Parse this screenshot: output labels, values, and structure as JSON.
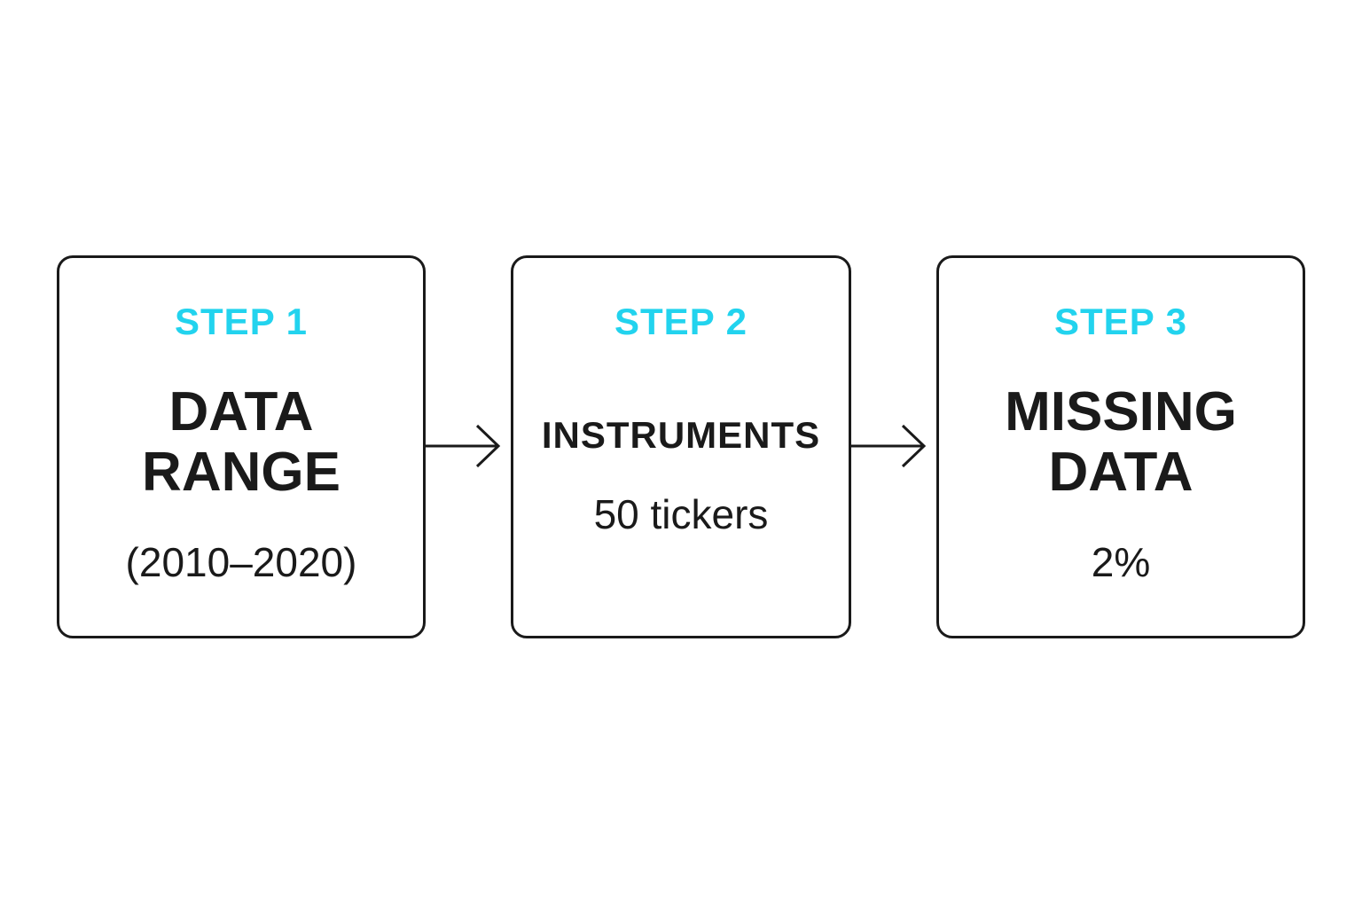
{
  "colors": {
    "accent": "#22D3EE",
    "text": "#1A1A1A",
    "border": "#1A1A1A",
    "background": "#FFFFFF"
  },
  "steps": [
    {
      "label": "STEP 1",
      "title": "DATA\nRANGE",
      "value": "(2010–2020)"
    },
    {
      "label": "STEP 2",
      "title": "INSTRUMENTS",
      "value": "50 tickers"
    },
    {
      "label": "STEP 3",
      "title": "MISSING\nDATA",
      "value": "2%"
    }
  ]
}
